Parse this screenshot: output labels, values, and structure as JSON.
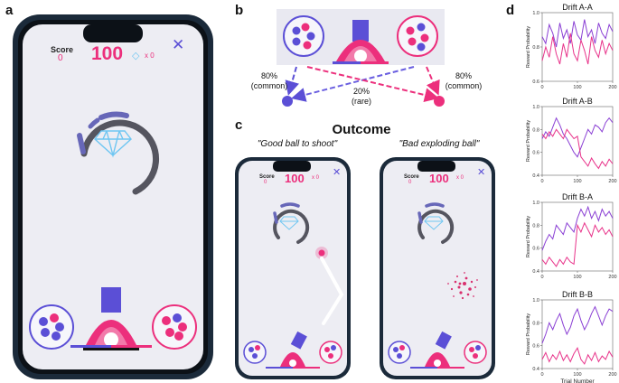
{
  "panels": {
    "a": "a",
    "b": "b",
    "c": "c",
    "d": "d"
  },
  "game": {
    "score_label": "Score",
    "score_value": "0",
    "big_score": "100",
    "gem_count": "x 0",
    "close_glyph": "✕"
  },
  "panel_b": {
    "left_prob": "80%",
    "left_note": "(common)",
    "right_prob": "80%",
    "right_note": "(common)",
    "mid_prob": "20%",
    "mid_note": "(rare)",
    "colors": {
      "blue": "#5b4fd6",
      "pink": "#ec2f7c"
    }
  },
  "panel_c": {
    "title": "Outcome",
    "left_caption": "\"Good ball to shoot\"",
    "right_caption": "\"Bad exploding ball\""
  },
  "chart_data": [
    {
      "type": "line",
      "title": "Drift A-A",
      "xlabel": "",
      "ylabel": "Reward Probability",
      "xlim": [
        0,
        200
      ],
      "ylim": [
        0.6,
        1.0
      ],
      "xticks": [
        0,
        100,
        200
      ],
      "yticks": [
        0.6,
        0.8,
        1.0
      ],
      "x": [
        0,
        10,
        20,
        30,
        40,
        50,
        60,
        70,
        80,
        90,
        100,
        110,
        120,
        130,
        140,
        150,
        160,
        170,
        180,
        190,
        200
      ],
      "series": [
        {
          "color": "#8a3fd4",
          "values": [
            0.86,
            0.82,
            0.93,
            0.88,
            0.8,
            0.94,
            0.85,
            0.9,
            0.82,
            0.95,
            0.87,
            0.84,
            0.96,
            0.86,
            0.9,
            0.82,
            0.94,
            0.88,
            0.85,
            0.93,
            0.89
          ]
        },
        {
          "color": "#e8338a",
          "values": [
            0.72,
            0.8,
            0.74,
            0.86,
            0.76,
            0.7,
            0.82,
            0.74,
            0.88,
            0.76,
            0.72,
            0.84,
            0.78,
            0.7,
            0.86,
            0.78,
            0.74,
            0.84,
            0.76,
            0.82,
            0.78
          ]
        }
      ]
    },
    {
      "type": "line",
      "title": "Drift A-B",
      "xlabel": "",
      "ylabel": "Reward Probability",
      "xlim": [
        0,
        200
      ],
      "ylim": [
        0.4,
        1.0
      ],
      "xticks": [
        0,
        100,
        200
      ],
      "yticks": [
        0.4,
        0.6,
        0.8,
        1.0
      ],
      "x": [
        0,
        10,
        20,
        30,
        40,
        50,
        60,
        70,
        80,
        90,
        100,
        110,
        120,
        130,
        140,
        150,
        160,
        170,
        180,
        190,
        200
      ],
      "series": [
        {
          "color": "#8a3fd4",
          "values": [
            0.72,
            0.78,
            0.74,
            0.82,
            0.9,
            0.84,
            0.76,
            0.72,
            0.66,
            0.6,
            0.56,
            0.64,
            0.72,
            0.8,
            0.76,
            0.84,
            0.82,
            0.78,
            0.86,
            0.9,
            0.86
          ]
        },
        {
          "color": "#e8338a",
          "values": [
            0.76,
            0.72,
            0.78,
            0.74,
            0.8,
            0.76,
            0.72,
            0.8,
            0.76,
            0.72,
            0.74,
            0.56,
            0.52,
            0.48,
            0.55,
            0.5,
            0.46,
            0.52,
            0.48,
            0.54,
            0.5
          ]
        }
      ]
    },
    {
      "type": "line",
      "title": "Drift B-A",
      "xlabel": "",
      "ylabel": "Reward Probability",
      "xlim": [
        0,
        200
      ],
      "ylim": [
        0.4,
        1.0
      ],
      "xticks": [
        0,
        100,
        200
      ],
      "yticks": [
        0.4,
        0.6,
        0.8,
        1.0
      ],
      "x": [
        0,
        10,
        20,
        30,
        40,
        50,
        60,
        70,
        80,
        90,
        100,
        110,
        120,
        130,
        140,
        150,
        160,
        170,
        180,
        190,
        200
      ],
      "series": [
        {
          "color": "#8a3fd4",
          "values": [
            0.58,
            0.66,
            0.72,
            0.68,
            0.8,
            0.76,
            0.72,
            0.82,
            0.78,
            0.74,
            0.86,
            0.94,
            0.88,
            0.96,
            0.86,
            0.92,
            0.84,
            0.94,
            0.88,
            0.92,
            0.86
          ]
        },
        {
          "color": "#e8338a",
          "values": [
            0.5,
            0.46,
            0.52,
            0.48,
            0.44,
            0.5,
            0.46,
            0.52,
            0.48,
            0.46,
            0.8,
            0.74,
            0.82,
            0.76,
            0.7,
            0.8,
            0.74,
            0.78,
            0.72,
            0.76,
            0.7
          ]
        }
      ]
    },
    {
      "type": "line",
      "title": "Drift B-B",
      "xlabel": "Trial Number",
      "ylabel": "Reward Probability",
      "xlim": [
        0,
        200
      ],
      "ylim": [
        0.4,
        1.0
      ],
      "xticks": [
        0,
        100,
        200
      ],
      "yticks": [
        0.4,
        0.6,
        0.8,
        1.0
      ],
      "x": [
        0,
        10,
        20,
        30,
        40,
        50,
        60,
        70,
        80,
        90,
        100,
        110,
        120,
        130,
        140,
        150,
        160,
        170,
        180,
        190,
        200
      ],
      "series": [
        {
          "color": "#8a3fd4",
          "values": [
            0.62,
            0.7,
            0.8,
            0.74,
            0.82,
            0.88,
            0.78,
            0.7,
            0.76,
            0.86,
            0.92,
            0.82,
            0.74,
            0.8,
            0.88,
            0.94,
            0.86,
            0.78,
            0.86,
            0.92,
            0.9
          ]
        },
        {
          "color": "#e8338a",
          "values": [
            0.48,
            0.54,
            0.46,
            0.52,
            0.48,
            0.55,
            0.47,
            0.52,
            0.46,
            0.53,
            0.58,
            0.48,
            0.44,
            0.52,
            0.47,
            0.54,
            0.46,
            0.51,
            0.48,
            0.55,
            0.5
          ]
        }
      ]
    }
  ]
}
